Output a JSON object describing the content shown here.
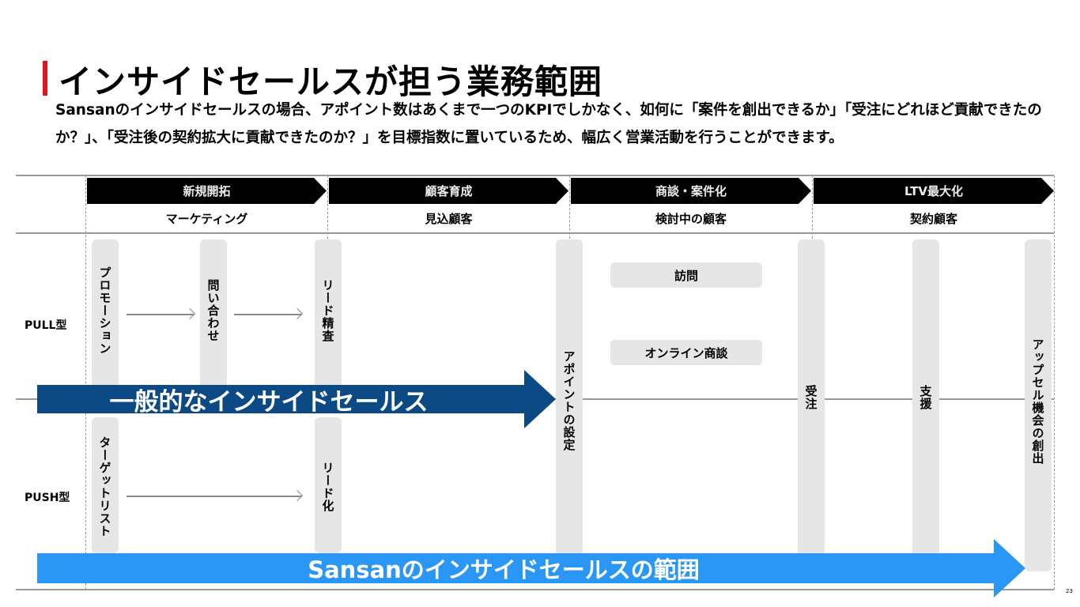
{
  "title": "インサイドセールスが担う業務範囲",
  "description": "Sansanのインサイドセールスの場合、アポイント数はあくまで一つのKPIでしかなく、如何に「案件を創出できるか」「受注にどれほど貢献できたのか？」、「受注後の契約拡大に貢献できたのか？」を目標指数に置いているため、幅広く営業活動を行うことができます。",
  "phases": [
    {
      "label": "新規開拓",
      "customer": "マーケティング"
    },
    {
      "label": "顧客育成",
      "customer": "見込顧客"
    },
    {
      "label": "商談・案件化",
      "customer": "検討中の顧客"
    },
    {
      "label": "LTV最大化",
      "customer": "契約顧客"
    }
  ],
  "rows": {
    "pull": "PULL型",
    "push": "PUSH型"
  },
  "steps": {
    "promotion": "プロモーション",
    "inquiry": "問い合わせ",
    "lead_review": "リード精査",
    "target_list": "ターゲットリスト",
    "lead_creation": "リード化",
    "appointment": "アポイントの設定",
    "visit": "訪問",
    "online_meeting": "オンライン商談",
    "order": "受注",
    "support": "支援",
    "upsell": "アップセル機会の創出"
  },
  "arrows": {
    "general": "一般的なインサイドセールス",
    "sansan": "Sansanのインサイドセールスの範囲"
  },
  "colors": {
    "accent": "#e0141e",
    "general": "#0b4a85",
    "sansan": "#2a96f5"
  },
  "page_number": "23"
}
